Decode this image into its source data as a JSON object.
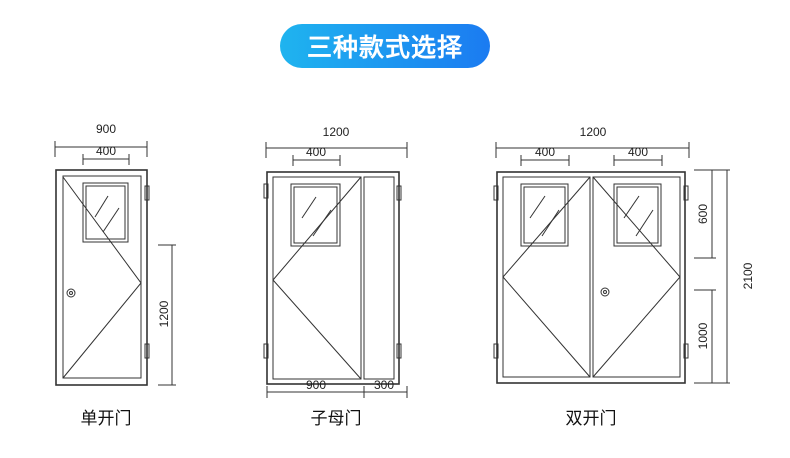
{
  "banner": {
    "title": "三种款式选择"
  },
  "single": {
    "caption": "单开门",
    "width": "900",
    "window_width": "400",
    "height": "1200"
  },
  "mother": {
    "caption": "子母门",
    "width": "1200",
    "window_width": "400",
    "main_leaf": "900",
    "side_leaf": "300"
  },
  "double": {
    "caption": "双开门",
    "width": "1200",
    "window_left": "400",
    "window_right": "400",
    "window_height": "600",
    "lower_height": "1000",
    "total_height": "2100"
  }
}
